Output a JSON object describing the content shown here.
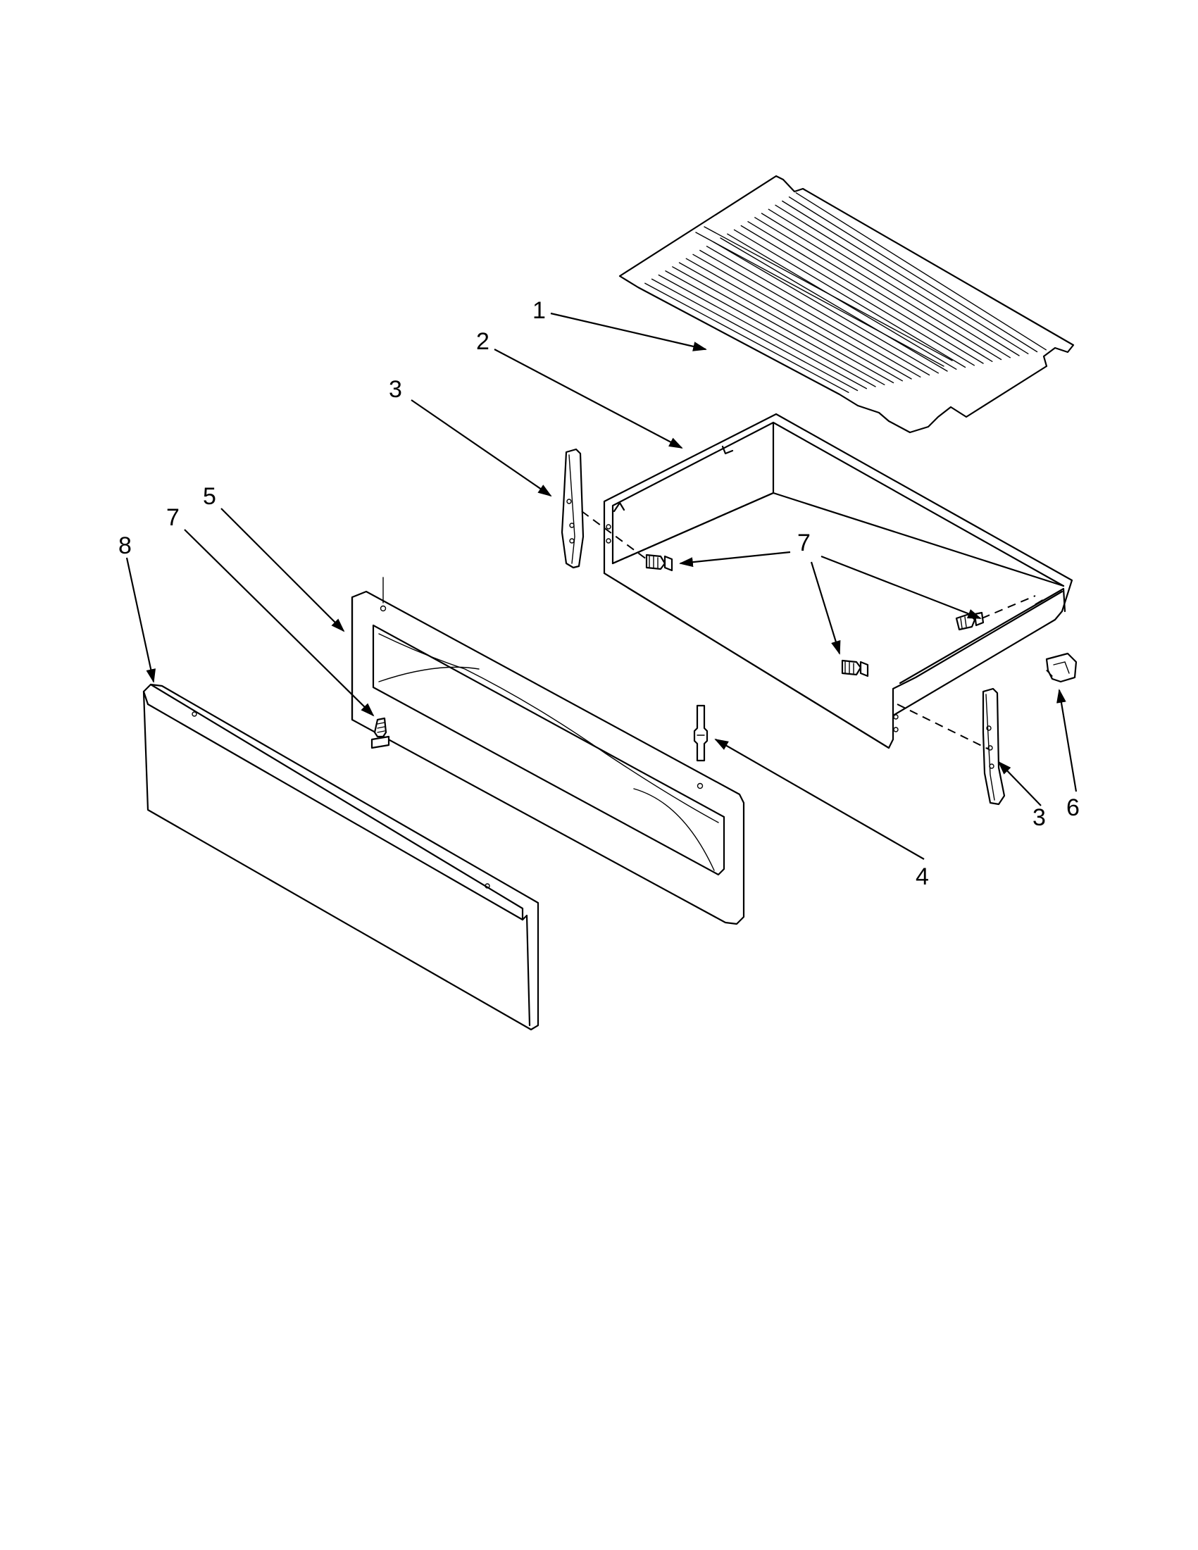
{
  "callouts": {
    "c1": "1",
    "c2": "2",
    "c3_left": "3",
    "c3_right": "3",
    "c4": "4",
    "c5": "5",
    "c6": "6",
    "c7_left": "7",
    "c7_center": "7",
    "c8": "8"
  },
  "colors": {
    "line": "#000000",
    "background": "#ffffff"
  }
}
